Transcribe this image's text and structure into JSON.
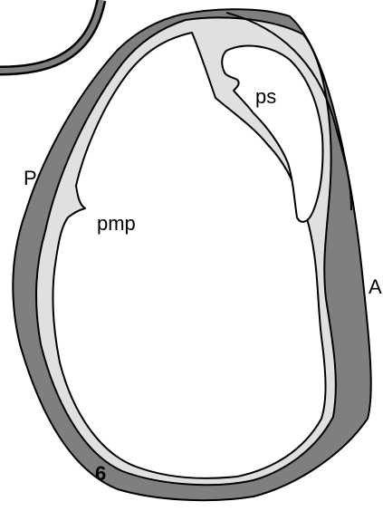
{
  "labels": {
    "posterior_sinus": "ps",
    "posterior_side": "P",
    "posterior_muscle_process": "pmp",
    "anterior_side": "A",
    "figure_number": "6"
  },
  "colors": {
    "outer_layer": "#7f7f7f",
    "middle_layer": "#e0e0e0",
    "inner_cavity": "#ffffff",
    "outline": "#000000"
  }
}
